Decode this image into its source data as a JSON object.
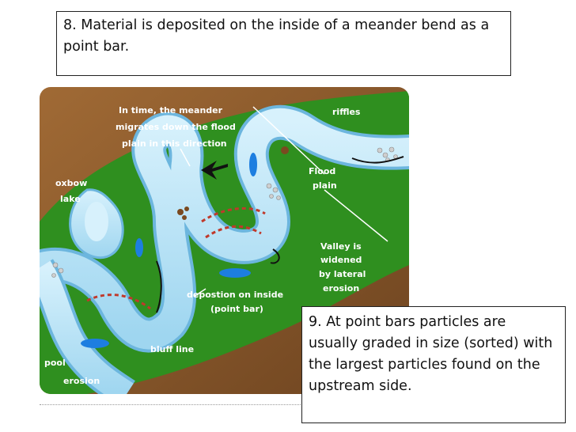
{
  "captions": {
    "top": "8. Material is deposited on the inside of a meander bend as a point bar.",
    "bottom": "9. At  point bars particles are usually graded in size (sorted) with the largest particles found on the upstream side."
  },
  "diagram": {
    "labels": {
      "migrate_1": "In time, the meander",
      "migrate_2": "migrates down the flood",
      "migrate_3": "plain in this direction",
      "riffles": "riffles",
      "oxbow_1": "oxbow",
      "oxbow_2": "lake",
      "flood_1": "Flood",
      "flood_2": "plain",
      "valley_1": "Valley is",
      "valley_2": "widened",
      "valley_3": "by lateral",
      "valley_4": "erosion",
      "deposition_1": "depostion on inside",
      "deposition_2": "(point bar)",
      "bluff": "bluff line",
      "pool": "pool",
      "erosion": "erosion"
    },
    "colors": {
      "bluff_brown": "#8a5a2b",
      "floodplain_green": "#2f8f1f",
      "river_blue": "#bfe6f7",
      "river_edge": "#6cb6de",
      "pool_blue": "#1d7ee0",
      "deposit_red": "#c0392b"
    }
  }
}
